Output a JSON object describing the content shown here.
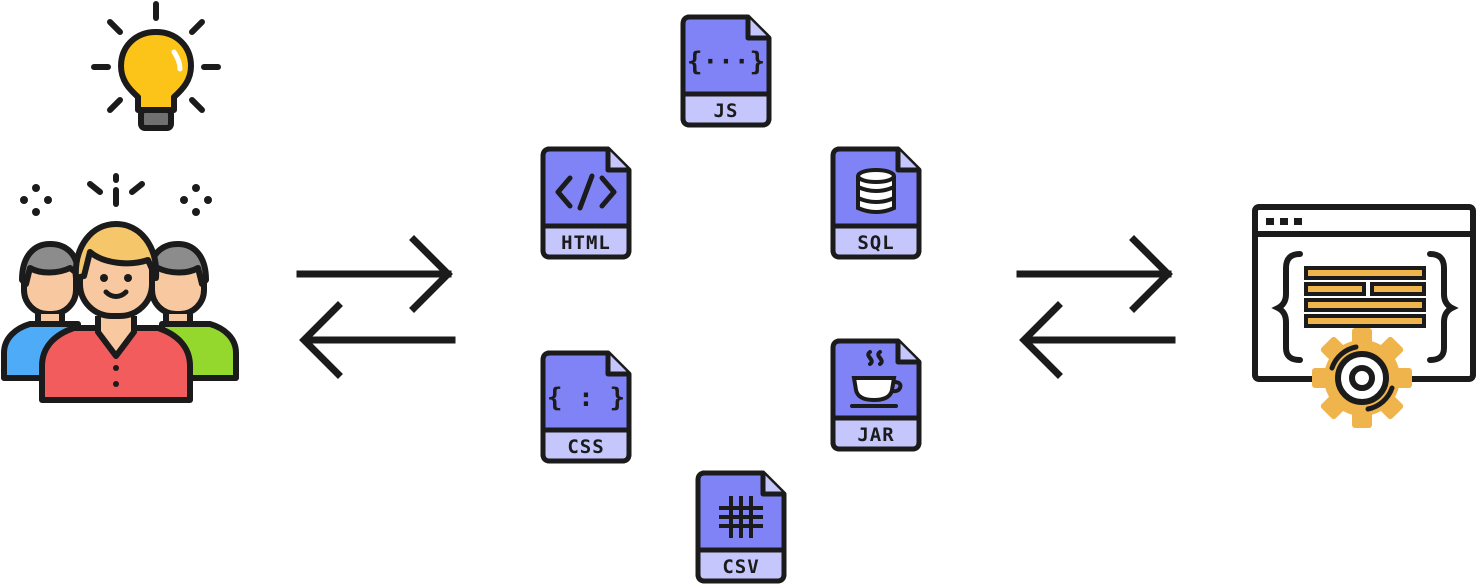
{
  "diagram": {
    "files": [
      {
        "key": "js",
        "label": "JS",
        "icon": "braces-ellipsis-icon"
      },
      {
        "key": "html",
        "label": "HTML",
        "icon": "code-tag-icon"
      },
      {
        "key": "sql",
        "label": "SQL",
        "icon": "database-icon"
      },
      {
        "key": "css",
        "label": "CSS",
        "icon": "braces-colon-icon"
      },
      {
        "key": "jar",
        "label": "JAR",
        "icon": "coffee-cup-icon"
      },
      {
        "key": "csv",
        "label": "CSV",
        "icon": "grid-icon"
      }
    ],
    "glyphs": {
      "js": "{···}",
      "css": "{ : }"
    },
    "colors": {
      "file_fill": "#8083f6",
      "file_label_fill": "#c5c6fb",
      "outline": "#1b1b1b",
      "bulb": "#fcc419",
      "person_center_shirt": "#f25c5c",
      "person_left_shirt": "#4dabf7",
      "person_right_shirt": "#94d82d",
      "hair_center": "#f5c66a",
      "hair_side": "#8c8c8c",
      "skin": "#f8c9a0",
      "gear": "#f0b44c"
    }
  }
}
